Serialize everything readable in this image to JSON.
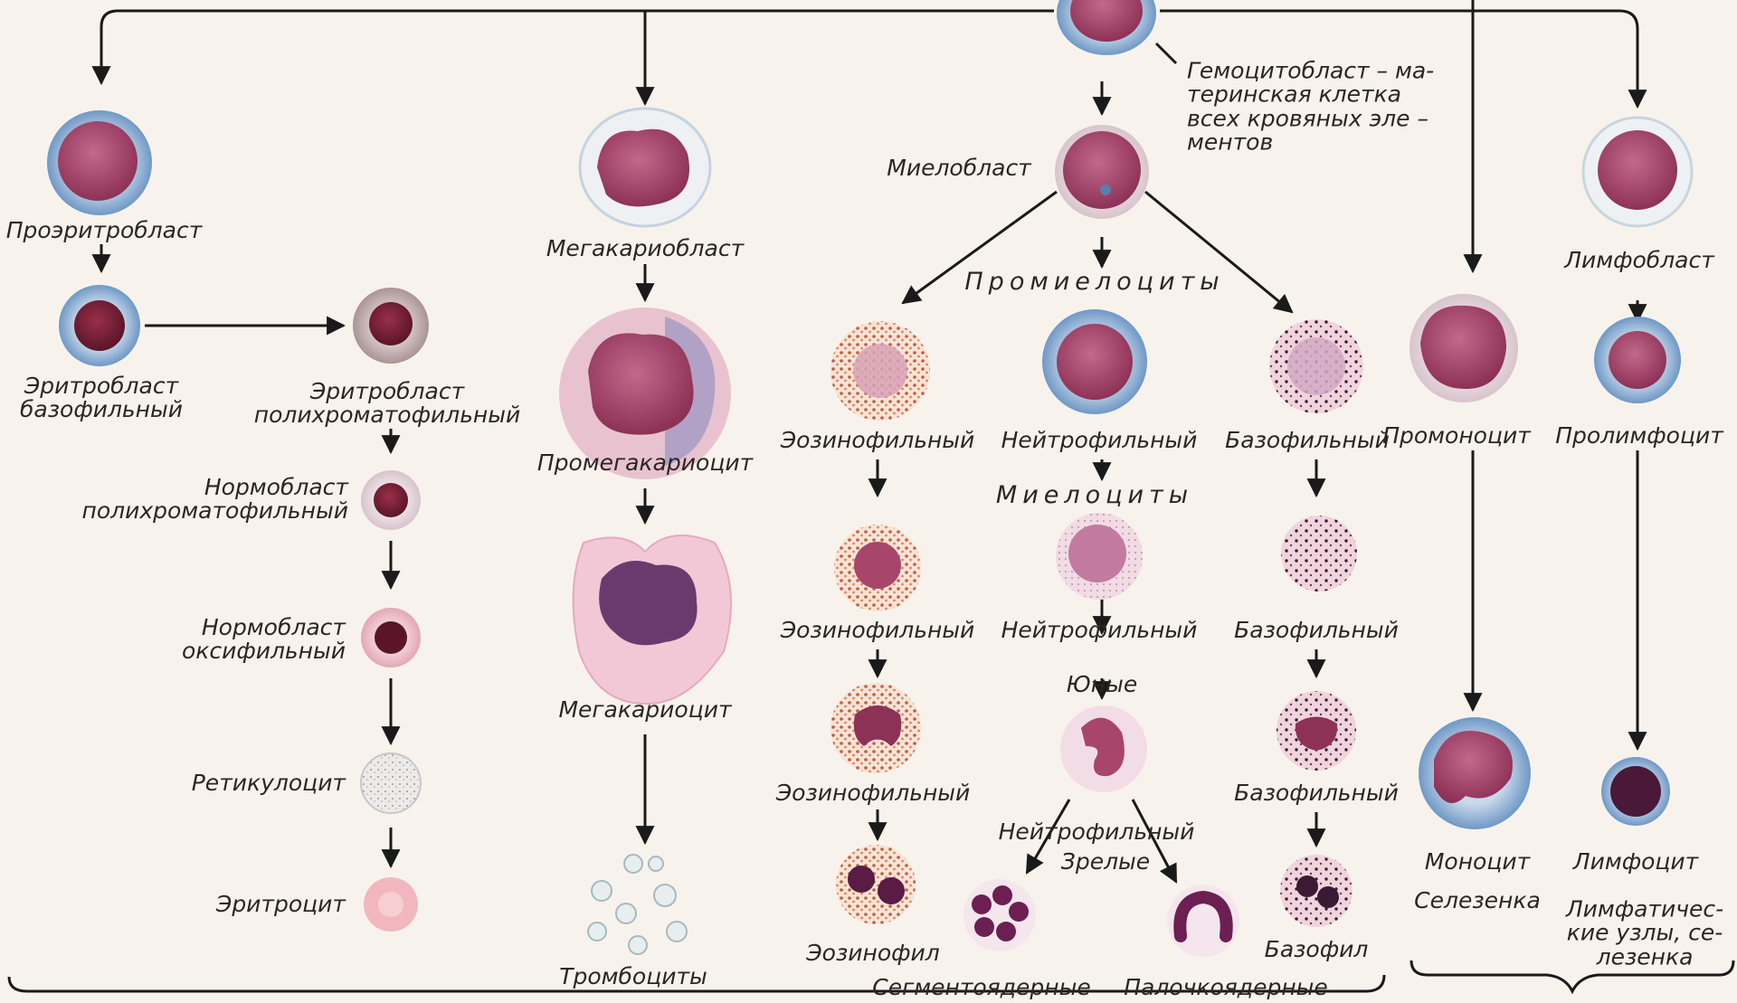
{
  "diagram": {
    "labels": {
      "hemocytoblast": "Гемоцитобласт – ма-\nтеринская клетка\nвсех кровяных эле –\nментов",
      "myeloblast": "Миелобласт",
      "promyelocytes": "Промиелоциты",
      "myelocytes": "Миелоциты",
      "young": "Юные",
      "mature": "Зрелые",
      "proerythroblast": "Проэритробласт",
      "erythroblast_basophilic": "Эритробласт\nбазофильный",
      "erythroblast_polychromatophilic": "Эритробласт\nполихроматофильный",
      "normoblast_polychromatophilic": "Нормобласт\nполихроматофильный",
      "normoblast_oxyphilic": "Нормобласт\nоксифильный",
      "reticulocyte": "Ретикулоцит",
      "erythrocyte": "Эритроцит",
      "megakaryoblast": "Мегакариобласт",
      "promegakaryocyte": "Промегакариоцит",
      "megakaryocyte": "Мегакариоцит",
      "thrombocytes": "Тромбоциты",
      "promyelo_eosinophilic": "Эозинофильный",
      "promyelo_neutrophilic": "Нейтрофильный",
      "promyelo_basophilic": "Базофильный",
      "myelo_eosinophilic": "Эозинофильный",
      "myelo_neutrophilic": "Нейтрофильный",
      "myelo_basophilic": "Базофильный",
      "young_eosinophilic": "Эозинофильный",
      "young_neutrophilic": "Нейтрофильный",
      "young_basophilic": "Базофильный",
      "eosinophil": "Эозинофил",
      "basophil": "Базофил",
      "segmented": "Сегментоядерные",
      "band": "Палочкоядерные",
      "promonocyte": "Промоноцит",
      "monocyte": "Моноцит",
      "spleen": "Селезенка",
      "lymphoblast": "Лимфобласт",
      "prolymphocyte": "Пролимфоцит",
      "lymphocyte": "Лимфоцит",
      "lymph_nodes": "Лимфатичес-\nкие узлы, се-\nлезенка"
    },
    "colors": {
      "nucleus": "#a8456b",
      "nucleus_dark": "#6b1f3c",
      "cytoplasm_blue": "#8fb3d6",
      "cytoplasm_pink": "#efc6cf",
      "granule_red": "#c85a3c",
      "granule_dark": "#3a1a35",
      "arrow": "#1a1a1a"
    }
  }
}
